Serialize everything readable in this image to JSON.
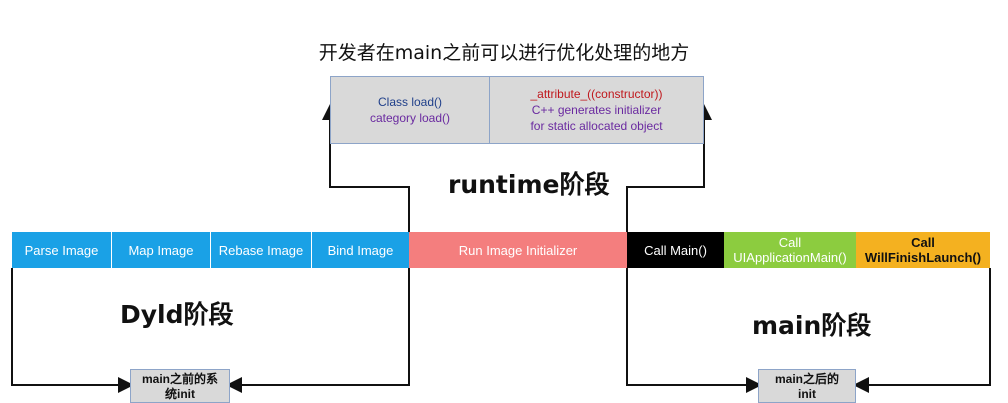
{
  "title": "开发者在main之前可以进行优化处理的地方",
  "runtime_box": {
    "left_lines": [
      "Class load()",
      "category load()"
    ],
    "right_lines": [
      "_attribute_((constructor))",
      "C++ generates initializer",
      "for static allocated object"
    ]
  },
  "stages": {
    "runtime": "runtime阶段",
    "dyld": "Dyld阶段",
    "main": "main阶段"
  },
  "bar": {
    "parse_image": "Parse Image",
    "map_image": "Map Image",
    "rebase_image": "Rebase Image",
    "bind_image": "Bind Image",
    "run_image_initializer": "Run Image Initializer",
    "call_main": "Call Main()",
    "call_uiapp_1": "Call",
    "call_uiapp_2": "UIApplicationMain()",
    "call_willfinish_1": "Call",
    "call_willfinish_2": "WillFinishLaunch()"
  },
  "notes": {
    "before_main_1": "main之前的系",
    "before_main_2": "统init",
    "after_main_1": "main之后的",
    "after_main_2": "init"
  },
  "colors": {
    "blue": "#1aa1e6",
    "salmon": "#f47e7e",
    "black": "#000000",
    "green": "#8ccc3f",
    "orange": "#f4b120",
    "navy_text": "#1f3f8a",
    "purple_text": "#6a2aa0",
    "red_text": "#c0171c"
  }
}
